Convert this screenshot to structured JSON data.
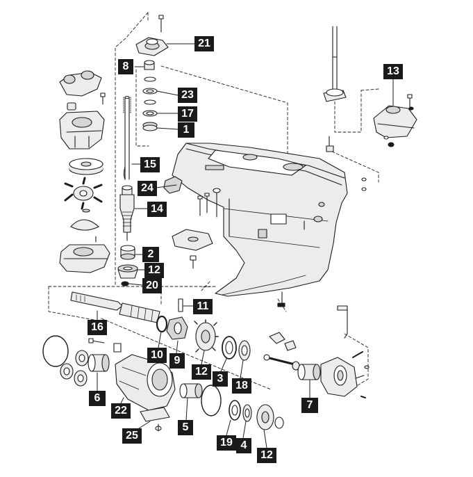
{
  "diagram": {
    "style": {
      "ink": "#1b1b1b",
      "label_bg": "#1b1b1b",
      "label_text": "#ffffff",
      "background": "#ffffff",
      "fill_light": "#ececec",
      "fill_mid": "#d6d6d6"
    },
    "callouts": [
      {
        "id": "c21",
        "text": "21"
      },
      {
        "id": "c8",
        "text": "8"
      },
      {
        "id": "c23",
        "text": "23"
      },
      {
        "id": "c17",
        "text": "17"
      },
      {
        "id": "c1",
        "text": "1"
      },
      {
        "id": "c13",
        "text": "13"
      },
      {
        "id": "c15",
        "text": "15"
      },
      {
        "id": "c24",
        "text": "24"
      },
      {
        "id": "c14",
        "text": "14"
      },
      {
        "id": "c2",
        "text": "2"
      },
      {
        "id": "c12a",
        "text": "12"
      },
      {
        "id": "c20",
        "text": "20"
      },
      {
        "id": "c11",
        "text": "11"
      },
      {
        "id": "c16",
        "text": "16"
      },
      {
        "id": "c10",
        "text": "10"
      },
      {
        "id": "c9",
        "text": "9"
      },
      {
        "id": "c12b",
        "text": "12"
      },
      {
        "id": "c3",
        "text": "3"
      },
      {
        "id": "c18",
        "text": "18"
      },
      {
        "id": "c6",
        "text": "6"
      },
      {
        "id": "c22",
        "text": "22"
      },
      {
        "id": "c5",
        "text": "5"
      },
      {
        "id": "c7",
        "text": "7"
      },
      {
        "id": "c25",
        "text": "25"
      },
      {
        "id": "c19",
        "text": "19"
      },
      {
        "id": "c4",
        "text": "4"
      },
      {
        "id": "c12c",
        "text": "12"
      }
    ]
  }
}
